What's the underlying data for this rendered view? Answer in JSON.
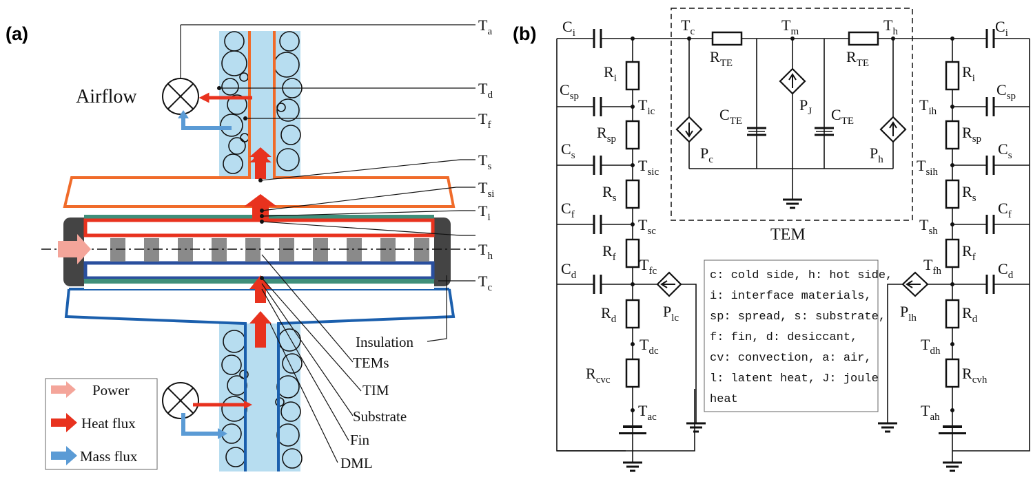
{
  "panel_a": {
    "panel_label": "(a)",
    "airflow_label": "Airflow",
    "temps": {
      "a": [
        "T",
        "a"
      ],
      "d": [
        "T",
        "d"
      ],
      "f": [
        "T",
        "f"
      ],
      "s": [
        "T",
        "s"
      ],
      "si": [
        "T",
        "si"
      ],
      "i": [
        "T",
        "i"
      ],
      "h": [
        "T",
        "h"
      ],
      "c": [
        "T",
        "c"
      ]
    },
    "layers": [
      "Insulation",
      "TEMs",
      "TIM",
      "Substrate",
      "Fin",
      "DML"
    ],
    "legend": [
      "Power",
      "Heat flux",
      "Mass flux"
    ],
    "colors": {
      "hot": "#f06b2a",
      "cold": "#1b5fad",
      "heat": "#e8321e",
      "mass": "#5b9bd5",
      "power": "#f4a59a",
      "desiccant": "#b7ddf0",
      "tem": "#8a8a8a",
      "insulation": "#333333",
      "tim": "#3f8f7a"
    }
  },
  "panel_b": {
    "panel_label": "(b)",
    "left": {
      "nodes": {
        "ci": [
          "C",
          "i"
        ],
        "csp": [
          "C",
          "sp"
        ],
        "cs": [
          "C",
          "s"
        ],
        "cf": [
          "C",
          "f"
        ],
        "cd": [
          "C",
          "d"
        ],
        "ri": [
          "R",
          "i"
        ],
        "rsp": [
          "R",
          "sp"
        ],
        "rs": [
          "R",
          "s"
        ],
        "rf": [
          "R",
          "f"
        ],
        "rd": [
          "R",
          "d"
        ],
        "rcv": [
          "R",
          "cvc"
        ],
        "ti": [
          "T",
          "ic"
        ],
        "tsi": [
          "T",
          "sic"
        ],
        "ts": [
          "T",
          "sc"
        ],
        "tf": [
          "T",
          "fc"
        ],
        "td": [
          "T",
          "dc"
        ],
        "ta": [
          "T",
          "ac"
        ],
        "pl": [
          "P",
          "lc"
        ]
      }
    },
    "right": {
      "nodes": {
        "ci": [
          "C",
          "i"
        ],
        "csp": [
          "C",
          "sp"
        ],
        "cs": [
          "C",
          "s"
        ],
        "cf": [
          "C",
          "f"
        ],
        "cd": [
          "C",
          "d"
        ],
        "ri": [
          "R",
          "i"
        ],
        "rsp": [
          "R",
          "sp"
        ],
        "rs": [
          "R",
          "s"
        ],
        "rf": [
          "R",
          "f"
        ],
        "rd": [
          "R",
          "d"
        ],
        "rcv": [
          "R",
          "cvh"
        ],
        "ti": [
          "T",
          "ih"
        ],
        "tsi": [
          "T",
          "sih"
        ],
        "ts": [
          "T",
          "sh"
        ],
        "tf": [
          "T",
          "fh"
        ],
        "td": [
          "T",
          "dh"
        ],
        "ta": [
          "T",
          "ah"
        ],
        "pl": [
          "P",
          "lh"
        ]
      }
    },
    "tem": {
      "box_label": "TEM",
      "tc": [
        "T",
        "c"
      ],
      "tm": [
        "T",
        "m"
      ],
      "th": [
        "T",
        "h"
      ],
      "rte_left": [
        "R",
        "TE"
      ],
      "rte_right": [
        "R",
        "TE"
      ],
      "cte_left": [
        "C",
        "TE"
      ],
      "cte_right": [
        "C",
        "TE"
      ],
      "pc": [
        "P",
        "c"
      ],
      "pj": [
        "P",
        "J"
      ],
      "ph": [
        "P",
        "h"
      ]
    },
    "notes": [
      "c: cold side, h: hot side,",
      "i: interface materials,",
      "sp: spread, s: substrate,",
      "f: fin, d: desiccant,",
      "cv: convection, a: air,",
      "l: latent heat, J: joule",
      "heat"
    ]
  }
}
